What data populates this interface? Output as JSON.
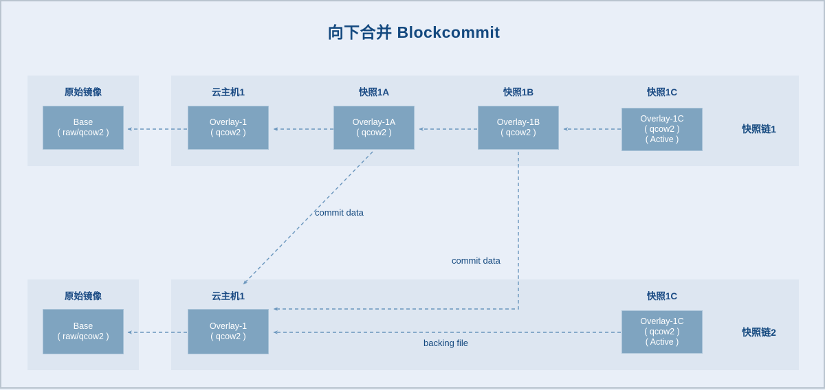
{
  "title": "向下合并 Blockcommit",
  "colors": {
    "background": "#e9eff8",
    "panel": "#dde6f1",
    "box_fill": "#7fa4c0",
    "box_border": "#a9c3d8",
    "text_accent": "#14497f",
    "arrow": "#6a96bd",
    "outer_border": "#b9c4cf"
  },
  "chains": [
    {
      "chain_label": "快照链1",
      "nodes": [
        {
          "group": "原始镜像",
          "lines": [
            "Base",
            "( raw/qcow2 )"
          ]
        },
        {
          "group": "云主机1",
          "lines": [
            "Overlay-1",
            "( qcow2 )"
          ]
        },
        {
          "group": "快照1A",
          "lines": [
            "Overlay-1A",
            "( qcow2 )"
          ]
        },
        {
          "group": "快照1B",
          "lines": [
            "Overlay-1B",
            "( qcow2 )"
          ]
        },
        {
          "group": "快照1C",
          "lines": [
            "Overlay-1C",
            "( qcow2 )",
            "( Active )"
          ]
        }
      ]
    },
    {
      "chain_label": "快照链2",
      "nodes": [
        {
          "group": "原始镜像",
          "lines": [
            "Base",
            "( raw/qcow2 )"
          ]
        },
        {
          "group": "云主机1",
          "lines": [
            "Overlay-1",
            "( qcow2 )"
          ]
        },
        {
          "group": "快照1C",
          "lines": [
            "Overlay-1C",
            "( qcow2 )",
            "( Active )"
          ]
        }
      ]
    }
  ],
  "edges": {
    "commit_data_1": "commit data",
    "commit_data_2": "commit data",
    "backing_file": "backing file"
  }
}
